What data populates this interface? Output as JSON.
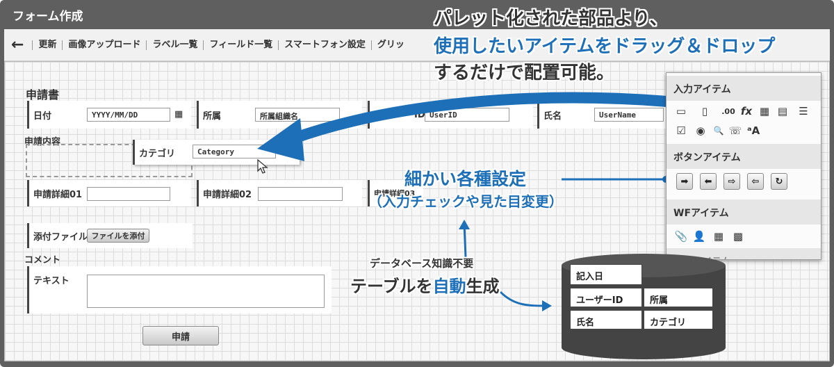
{
  "window": {
    "title": "フォーム作成"
  },
  "toolbar": {
    "back_icon": "back-arrow-icon",
    "items": [
      "更新",
      "画像アップロード",
      "ラベル一覧",
      "フィールド一覧",
      "スマートフォン設定",
      "グリッ"
    ]
  },
  "form": {
    "title": "申請書",
    "fields": {
      "date": {
        "label": "日付",
        "placeholder": "YYYY/MM/DD"
      },
      "dept": {
        "label": "所属",
        "placeholder": "所属組織名"
      },
      "userid": {
        "label": "ID",
        "placeholder": "UserID"
      },
      "name": {
        "label": "氏名",
        "placeholder": "UserName"
      },
      "category": {
        "label": "カテゴリ",
        "placeholder": "Category"
      },
      "detail01": {
        "label": "申請詳細01"
      },
      "detail02": {
        "label": "申請詳細02"
      },
      "detail03": {
        "label": "申請詳細03"
      },
      "attach": {
        "label": "添付ファイル",
        "button": "ファイルを添付"
      },
      "text": {
        "label": "テキスト"
      }
    },
    "sections": {
      "content": "申請内容",
      "comment": "コメント"
    },
    "submit_label": "申請"
  },
  "palette": {
    "input_header": "入力アイテム",
    "button_header": "ボタンアイテム",
    "wf_header": "WFアイテム",
    "more_header": "汎用アイテム",
    "input_icons": [
      "textbox-icon",
      "textarea-icon",
      "number-icon",
      "formula-icon",
      "calendar-icon",
      "date-icon",
      "select-icon",
      "checkbox-icon",
      "radio-icon",
      "search-icon",
      "phone-icon",
      "font-icon"
    ],
    "input_glyphs": [
      "▭",
      "▯",
      ".00",
      "fx",
      "▦",
      "▤",
      "☰",
      "☑",
      "◉",
      "🔍",
      "☏",
      "ᵃA"
    ],
    "button_glyphs": [
      "➡",
      "⬅",
      "⇨",
      "⇦",
      "↻"
    ],
    "wf_glyphs": [
      "📎",
      "👤",
      "▦",
      "▩"
    ]
  },
  "callouts": {
    "top_line1": "パレット化された部品より、",
    "top_line2": "使用したいアイテムをドラッグ＆ドロップ",
    "top_line3": "するだけで配置可能。",
    "settings_line1": "細かい各種設定",
    "settings_line2": "（入力チェックや見た目変更）",
    "db_line1": "データベース知識不要",
    "db_line2_a": "テーブルを",
    "db_line2_b": "自動",
    "db_line2_c": "生成"
  },
  "db_table": {
    "cells": [
      "記入日",
      "ユーザーID",
      "所属",
      "氏名",
      "カテゴリ"
    ]
  },
  "colors": {
    "accent_blue": "#1d6fb8",
    "frame_gray": "#5f5f5f",
    "text_dark": "#333333"
  }
}
